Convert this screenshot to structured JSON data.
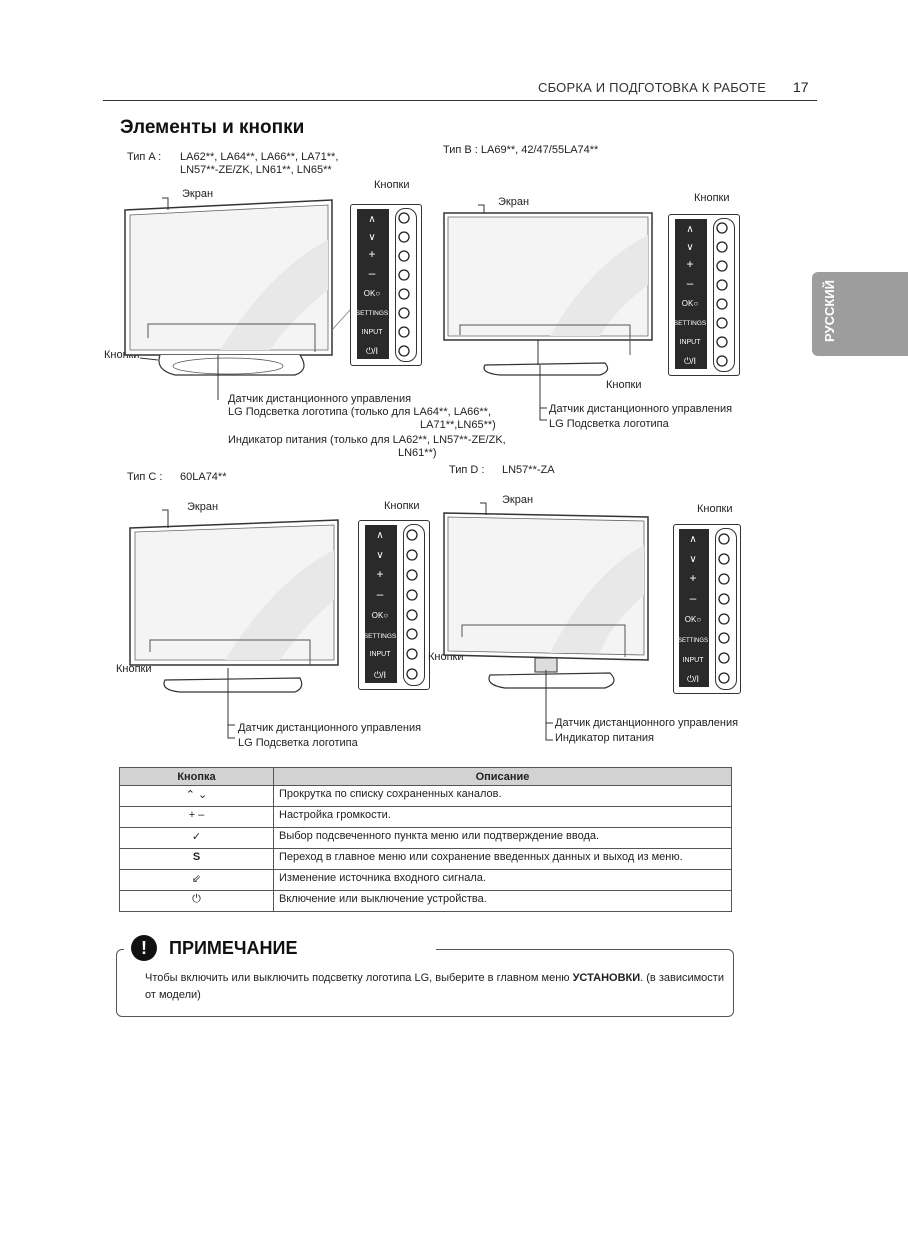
{
  "header": {
    "section": "СБОРКА И ПОДГОТОВКА К РАБОТЕ",
    "page": "17"
  },
  "side_tab": "РУССКИЙ",
  "title": "Элементы и кнопки",
  "type_a": {
    "label": "Тип A :",
    "models_line1": "LA62**, LA64**, LA66**, LA71**,",
    "models_line2": "LN57**-ZE/ZK, LN61**, LN65**",
    "screen": "Экран",
    "buttons_top": "Кнопки",
    "buttons_left": "Кнопки",
    "c1": "Датчик дистанционного управления",
    "c2a": "LG Подсветка логотипа (только для LA64**, LA66**,",
    "c2b": "LA71**,LN65**)",
    "c3a": "Индикатор питания (только для LA62**, LN57**-ZE/ZK,",
    "c3b": "LN61**)"
  },
  "type_b": {
    "label": "Тип B : LA69**, 42/47/55LA74**",
    "screen": "Экран",
    "buttons_top": "Кнопки",
    "buttons_bottom": "Кнопки",
    "c1": "Датчик дистанционного управления",
    "c2": "LG Подсветка логотипа"
  },
  "type_c": {
    "label": "Тип C :",
    "model": "60LA74**",
    "screen": "Экран",
    "buttons_top": "Кнопки",
    "buttons_left": "Кнопки",
    "c1": "Датчик дистанционного управления",
    "c2": "LG Подсветка логотипа"
  },
  "type_d": {
    "label": "Тип D :",
    "model": "LN57**-ZA",
    "screen": "Экран",
    "buttons_top": "Кнопки",
    "buttons_left": "Кнопки",
    "c1": "Датчик дистанционного управления",
    "c2": "Индикатор питания"
  },
  "panel": {
    "up": "⌃",
    "down": "⌄",
    "plus": "+",
    "minus": "–",
    "ok": "OK",
    "settings": "SETTINGS",
    "input": "INPUT",
    "power": "⏻/I"
  },
  "table": {
    "col_key": "Кнопка",
    "col_desc": "Описание",
    "rows": [
      {
        "key": "⌃ ⌄",
        "desc": "Прокрутка по списку сохраненных каналов."
      },
      {
        "key": "+ –",
        "desc": "Настройка громкости."
      },
      {
        "key": "✓",
        "desc": "Выбор подсвеченного пункта меню или подтверждение ввода."
      },
      {
        "key": "S",
        "desc": "Переход в главное меню или сохранение введенных данных и выход из меню."
      },
      {
        "key": "⇙",
        "desc": "Изменение источника входного сигнала."
      },
      {
        "key": "⏻",
        "desc": "Включение или выключение устройства."
      }
    ]
  },
  "note": {
    "title": "ПРИМЕЧАНИЕ",
    "text_pre": "Чтобы включить или выключить подсветку логотипа LG, выберите в главном меню ",
    "text_bold": "УСТАНОВКИ",
    "text_post": ". (в зависимости от модели)"
  }
}
